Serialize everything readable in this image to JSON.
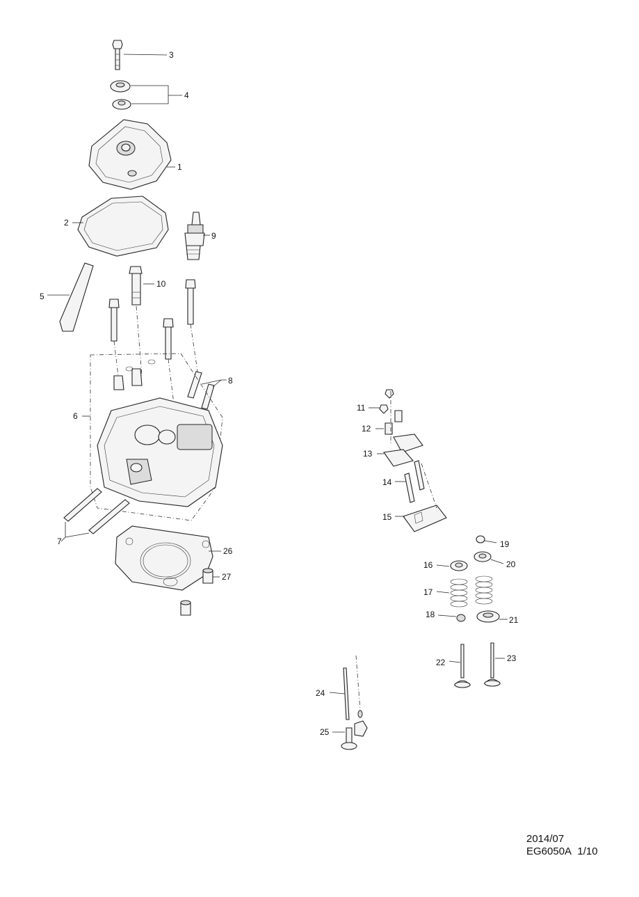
{
  "callouts": {
    "c1": "1",
    "c2": "2",
    "c3": "3",
    "c4": "4",
    "c5": "5",
    "c6": "6",
    "c7": "7",
    "c8": "8",
    "c9": "9",
    "c10": "10",
    "c11": "11",
    "c12": "12",
    "c13": "13",
    "c14": "14",
    "c15": "15",
    "c16": "16",
    "c17": "17",
    "c18": "18",
    "c19": "19",
    "c20": "20",
    "c21": "21",
    "c22": "22",
    "c23": "23",
    "c24": "24",
    "c25": "25",
    "c26": "26",
    "c27": "27"
  },
  "footer": {
    "date": "2014/07",
    "model": "EG6050A",
    "page": "1/10"
  }
}
